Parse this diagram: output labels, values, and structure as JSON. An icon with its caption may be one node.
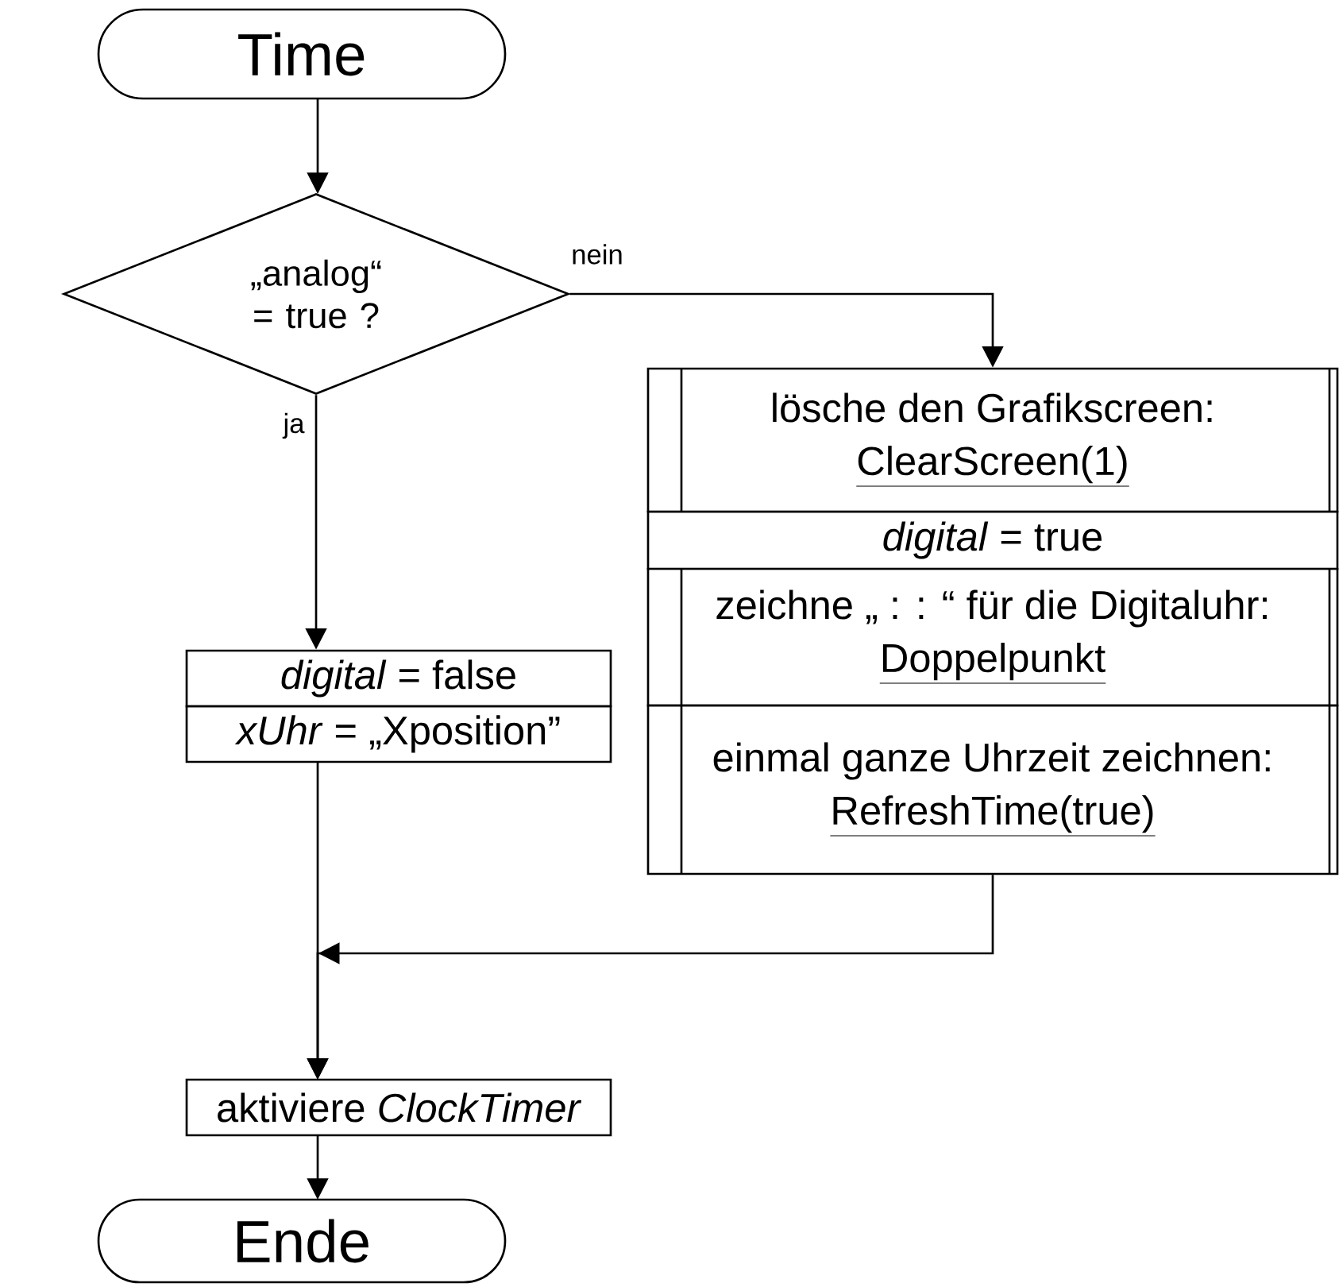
{
  "diagram": {
    "nodes": [
      {
        "text": [
          "Time"
        ]
      },
      {
        "text": [
          "„analog“ = true ?"
        ]
      },
      {
        "text": [
          "lösche den Grafikscreen:",
          "ClearScreen(1)"
        ]
      },
      {
        "text": [
          "*digital* = true"
        ]
      },
      {
        "text": [
          "zeichne „ : : “ für die Digitaluhr:",
          "Doppelpunkt"
        ]
      },
      {
        "text": [
          "einmal ganze Uhrzeit zeichnen:",
          "RefreshTime(true)"
        ]
      },
      {
        "text": [
          "*digital* = false"
        ]
      },
      {
        "text": [
          "*xUhr* = „Xposition”"
        ]
      },
      {
        "text": [
          "aktiviere *ClockTimer*"
        ]
      },
      {
        "text": [
          "Ende"
        ]
      }
    ],
    "edges": [
      {
        "from": 0,
        "to": 1,
        "arrow": "to"
      },
      {
        "from": 1,
        "to": 2,
        "arrow": "to",
        "label": "nein"
      },
      {
        "from": 1,
        "to": 6,
        "arrow": "to",
        "label": "ja"
      },
      {
        "from": 7,
        "to": 8,
        "arrow": "to"
      },
      {
        "from": 5,
        "to": 8,
        "arrow": "to"
      },
      {
        "from": 8,
        "to": 9,
        "arrow": "to"
      }
    ]
  }
}
